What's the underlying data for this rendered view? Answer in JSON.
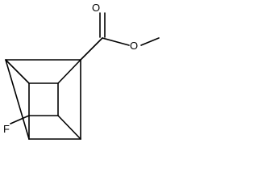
{
  "molecule": {
    "atoms": {
      "carbonyl_oxygen": "O",
      "ester_oxygen": "O",
      "fluorine": "F"
    },
    "bond_color": "#000000",
    "background": "#ffffff"
  }
}
